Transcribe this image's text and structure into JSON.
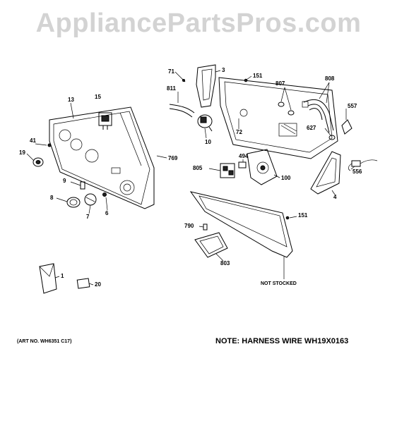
{
  "watermark": "AppliancePartsPros.com",
  "callouts": [
    {
      "id": "71",
      "text": "71"
    },
    {
      "id": "3",
      "text": "3"
    },
    {
      "id": "151a",
      "text": "151"
    },
    {
      "id": "807",
      "text": "807"
    },
    {
      "id": "808",
      "text": "808"
    },
    {
      "id": "13",
      "text": "13"
    },
    {
      "id": "15",
      "text": "15"
    },
    {
      "id": "811",
      "text": "811"
    },
    {
      "id": "557",
      "text": "557"
    },
    {
      "id": "72",
      "text": "72"
    },
    {
      "id": "627",
      "text": "627"
    },
    {
      "id": "41",
      "text": "41"
    },
    {
      "id": "10",
      "text": "10"
    },
    {
      "id": "19",
      "text": "19"
    },
    {
      "id": "769",
      "text": "769"
    },
    {
      "id": "494",
      "text": "494"
    },
    {
      "id": "556",
      "text": "556"
    },
    {
      "id": "805",
      "text": "805"
    },
    {
      "id": "100",
      "text": "100"
    },
    {
      "id": "9",
      "text": "9"
    },
    {
      "id": "4",
      "text": "4"
    },
    {
      "id": "8",
      "text": "8"
    },
    {
      "id": "6",
      "text": "6"
    },
    {
      "id": "7",
      "text": "7"
    },
    {
      "id": "151b",
      "text": "151"
    },
    {
      "id": "790",
      "text": "790"
    },
    {
      "id": "803",
      "text": "803"
    },
    {
      "id": "1",
      "text": "1"
    },
    {
      "id": "20",
      "text": "20"
    }
  ],
  "not_stocked": "NOT STOCKED",
  "art_no": "(ART NO. WH6351 C17)",
  "note": "NOTE: HARNESS WIRE WH19X0163"
}
